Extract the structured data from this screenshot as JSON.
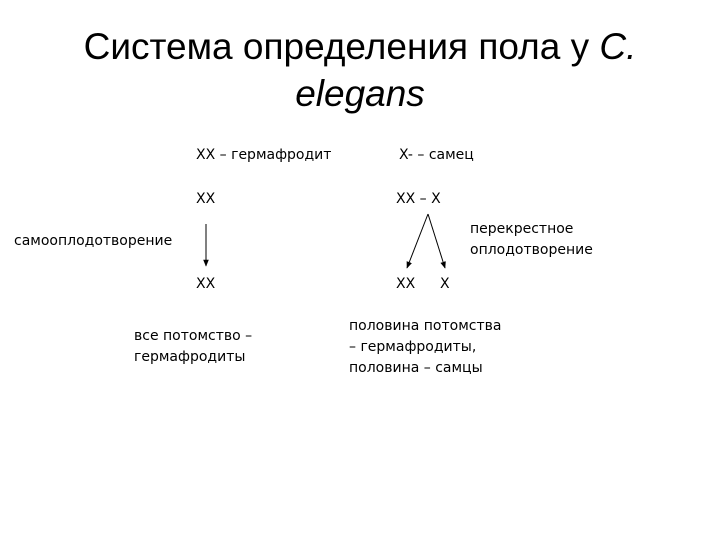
{
  "title": {
    "line1_text": "Система определения пола у ",
    "line1_italic": "C.",
    "line2_italic": "elegans"
  },
  "left": {
    "header": "XX – гермафродит",
    "parent": "XX",
    "process": "самооплодотворение",
    "offspring": "XX",
    "result_line1": "все потомство –",
    "result_line2": "гермафродиты"
  },
  "right": {
    "header": "X- – самец",
    "parents": "XX – X",
    "process_line1": "перекрестное",
    "process_line2": "оплодотворение",
    "offspring_1": "XX",
    "offspring_2": "X",
    "result_line1": "половина потомства",
    "result_line2": "– гермафродиты,",
    "result_line3": "половина – самцы"
  }
}
